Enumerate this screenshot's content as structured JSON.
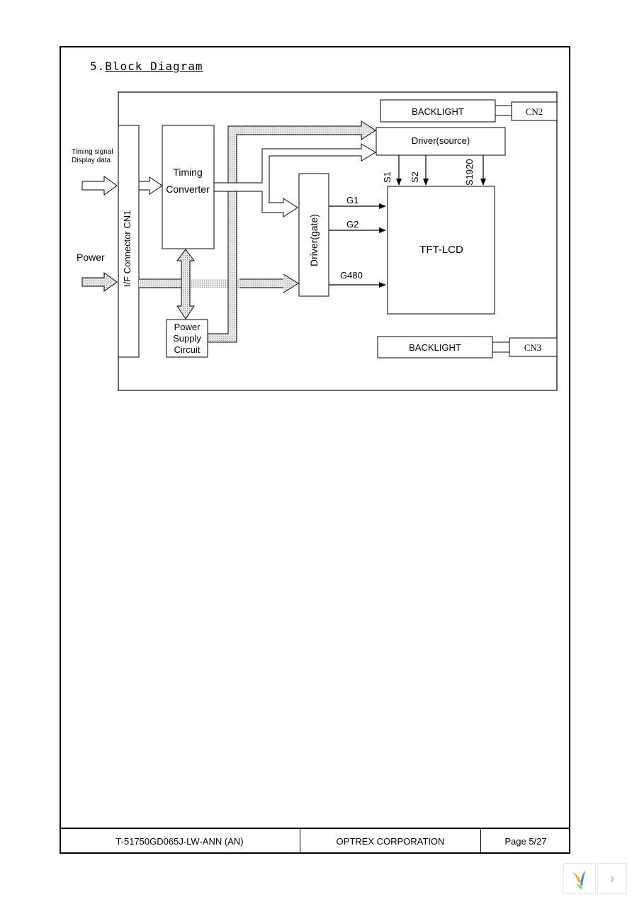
{
  "section": {
    "number": "5.",
    "title": "Block Diagram"
  },
  "inputs": {
    "timing_line1": "Timing signal",
    "timing_line2": "Display data",
    "power": "Power"
  },
  "blocks": {
    "if_connector": "I/F Connector  CN1",
    "timing_converter_line1": "Timing",
    "timing_converter_line2": "Converter",
    "power_supply_line1": "Power",
    "power_supply_line2": "Supply",
    "power_supply_line3": "Circuit",
    "driver_gate": "Driver(gate)",
    "driver_source": "Driver(source)",
    "tft_lcd": "TFT-LCD",
    "backlight_top": "BACKLIGHT",
    "backlight_bottom": "BACKLIGHT",
    "cn2": "CN2",
    "cn3": "CN3"
  },
  "signals": {
    "s1": "S1",
    "s2": "S2",
    "s1920": "S1920",
    "g1": "G1",
    "g2": "G2",
    "g480": "G480"
  },
  "footer": {
    "doc_number": "T-51750GD065J-LW-ANN (AN)",
    "company": "OPTREX CORPORATION",
    "page": "Page 5/27"
  },
  "colors": {
    "hatched_bus": "#d0d0d0",
    "line": "#000000",
    "background": "#ffffff"
  }
}
